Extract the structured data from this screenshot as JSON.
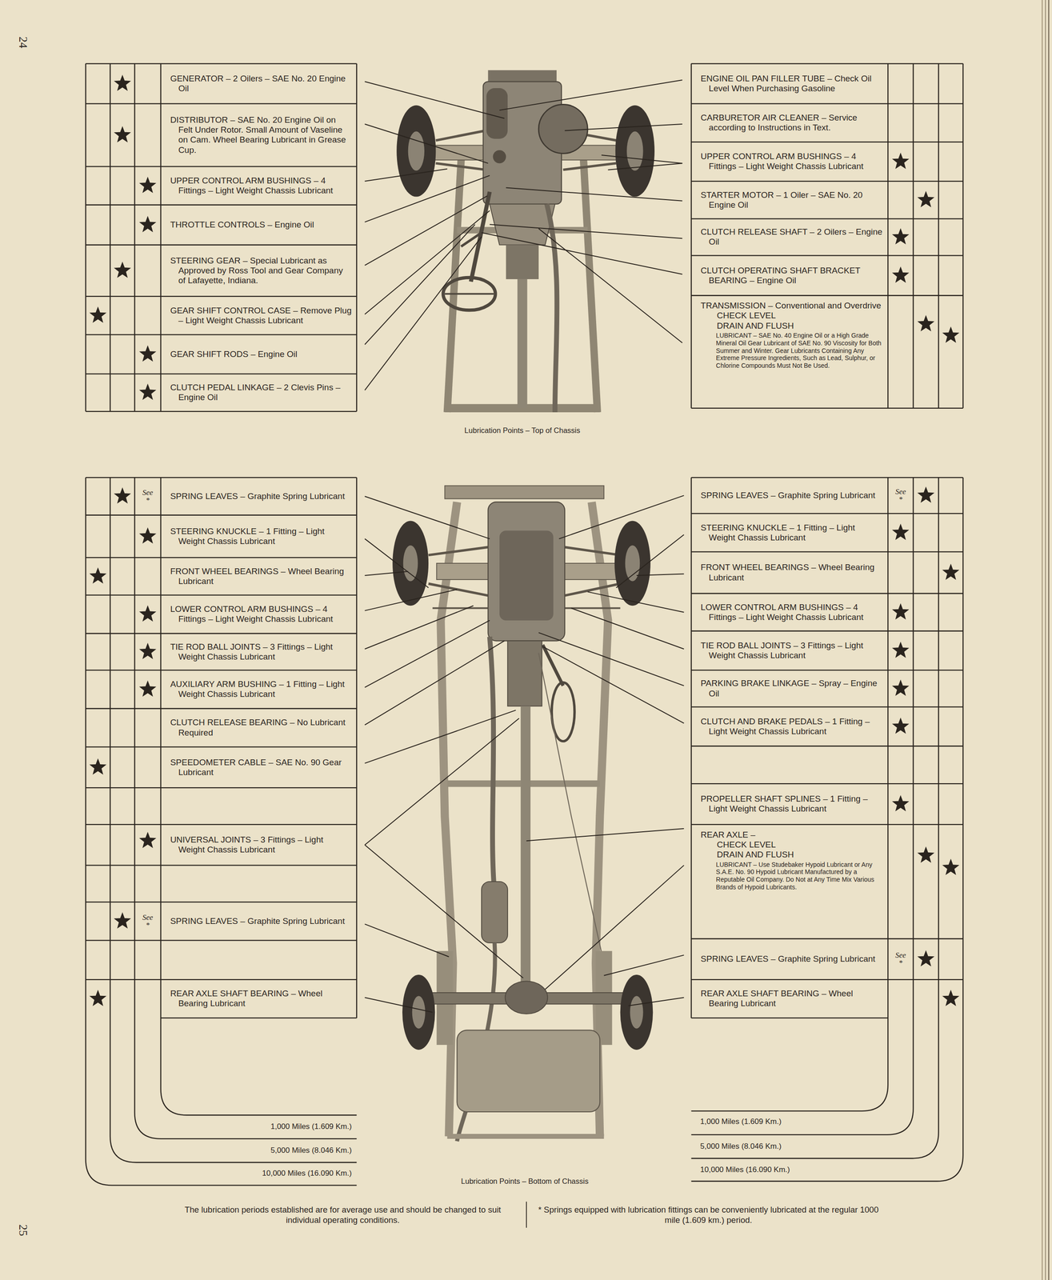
{
  "diagram": {
    "nodes": [
      {
        "text": [
          "GENERATOR – 2 Oilers – SAE No. 20 Engine Oil"
        ]
      },
      {
        "text": [
          "DISTRIBUTOR – SAE No. 20 Engine Oil on Felt Under Rotor. Small Amount of Vaseline on Cam. Wheel Bearing Lubricant in Grease Cup."
        ]
      },
      {
        "text": [
          "UPPER CONTROL ARM BUSHINGS – 4 Fittings – Light Weight Chassis Lubricant"
        ]
      },
      {
        "text": [
          "THROTTLE CONTROLS – Engine Oil"
        ]
      },
      {
        "text": [
          "STEERING GEAR – Special Lubricant as Approved by Ross Tool and Gear Company of Lafayette, Indiana."
        ]
      },
      {
        "text": [
          "GEAR SHIFT CONTROL CASE – Remove Plug – Light Weight Chassis Lubricant"
        ]
      },
      {
        "text": [
          "GEAR SHIFT RODS – Engine Oil"
        ]
      },
      {
        "text": [
          "CLUTCH PEDAL LINKAGE – 2 Clevis Pins – Engine Oil"
        ]
      },
      {
        "text": [
          "ENGINE OIL PAN FILLER TUBE – Check Oil Level When Purchasing Gasoline"
        ]
      },
      {
        "text": [
          "CARBURETOR AIR CLEANER – Service according to Instructions in Text."
        ]
      },
      {
        "text": [
          "UPPER CONTROL ARM BUSHINGS – 4 Fittings – Light Weight Chassis Lubricant"
        ]
      },
      {
        "text": [
          "STARTER MOTOR – 1 Oiler – SAE No. 20 Engine Oil"
        ]
      },
      {
        "text": [
          "CLUTCH RELEASE SHAFT – 2 Oilers – Engine Oil"
        ]
      },
      {
        "text": [
          "CLUTCH OPERATING SHAFT BRACKET BEARING – Engine Oil"
        ]
      },
      {
        "text": [
          "TRANSMISSION – Conventional and Overdrive",
          "CHECK LEVEL",
          "DRAIN AND FLUSH",
          "LUBRICANT – SAE No. 40 Engine Oil or a High Grade Mineral Oil Gear Lubricant of SAE No. 90 Viscosity for Both Summer and Winter. Gear Lubricants Containing Any Extreme Pressure Ingredients, Such as Lead, Sulphur, or Chlorine Compounds Must Not Be Used."
        ]
      },
      {
        "text": [
          "SPRING LEAVES – Graphite Spring Lubricant"
        ]
      },
      {
        "text": [
          "STEERING KNUCKLE – 1 Fitting – Light Weight Chassis Lubricant"
        ]
      },
      {
        "text": [
          "FRONT WHEEL BEARINGS – Wheel Bearing Lubricant"
        ]
      },
      {
        "text": [
          "LOWER CONTROL ARM BUSHINGS – 4 Fittings – Light Weight Chassis Lubricant"
        ]
      },
      {
        "text": [
          "TIE ROD BALL JOINTS – 3 Fittings – Light Weight Chassis Lubricant"
        ]
      },
      {
        "text": [
          "AUXILIARY ARM BUSHING – 1 Fitting – Light Weight Chassis Lubricant"
        ]
      },
      {
        "text": [
          "CLUTCH RELEASE BEARING – No Lubricant Required"
        ]
      },
      {
        "text": [
          "SPEEDOMETER CABLE – SAE No. 90 Gear Lubricant"
        ]
      },
      {
        "text": [
          "UNIVERSAL JOINTS – 3 Fittings – Light Weight Chassis Lubricant"
        ]
      },
      {
        "text": [
          "SPRING LEAVES – Graphite Spring Lubricant"
        ]
      },
      {
        "text": [
          "REAR AXLE SHAFT BEARING – Wheel Bearing Lubricant"
        ]
      },
      {
        "text": [
          "SPRING LEAVES – Graphite Spring Lubricant"
        ]
      },
      {
        "text": [
          "STEERING KNUCKLE – 1 Fitting – Light Weight Chassis Lubricant"
        ]
      },
      {
        "text": [
          "FRONT WHEEL BEARINGS – Wheel Bearing Lubricant"
        ]
      },
      {
        "text": [
          "LOWER CONTROL ARM BUSHINGS – 4 Fittings – Light Weight Chassis Lubricant"
        ]
      },
      {
        "text": [
          "TIE ROD BALL JOINTS – 3 Fittings – Light Weight Chassis Lubricant"
        ]
      },
      {
        "text": [
          "PARKING BRAKE LINKAGE – Spray – Engine Oil"
        ]
      },
      {
        "text": [
          "CLUTCH AND BRAKE PEDALS – 1 Fitting – Light Weight Chassis Lubricant"
        ]
      },
      {
        "text": [
          "PROPELLER SHAFT SPLINES – 1 Fitting – Light Weight Chassis Lubricant"
        ]
      },
      {
        "text": [
          "REAR AXLE –",
          "CHECK LEVEL",
          "DRAIN AND FLUSH",
          "LUBRICANT – Use Studebaker Hypoid Lubricant or Any S.A.E. No. 90 Hypoid Lubricant Manufactured by a Reputable Oil Company. Do Not at Any Time Mix Various Brands of Hypoid Lubricants."
        ]
      },
      {
        "text": [
          "SPRING LEAVES – Graphite Spring Lubricant"
        ]
      },
      {
        "text": [
          "REAR AXLE SHAFT BEARING – Wheel Bearing Lubricant"
        ]
      }
    ],
    "labels": [
      "24",
      "Lubrication Points – Top of Chassis",
      "See *",
      "See *",
      "See *",
      "See *",
      "1,000 Miles (1.609 Km.)",
      "5,000 Miles (8.046 Km.)",
      "10,000 Miles (16.090 Km.)",
      "1,000 Miles (1.609 Km.)",
      "5,000 Miles (8.046 Km.)",
      "10,000 Miles (16.090 Km.)",
      "Lubrication Points – Bottom of Chassis",
      "25",
      "The lubrication periods established are for average use and should be changed to suit individual operating conditions.",
      "* Springs equipped with lubrication fittings can be conveniently lubricated at the regular 1000 mile (1.609 km.) period."
    ]
  }
}
